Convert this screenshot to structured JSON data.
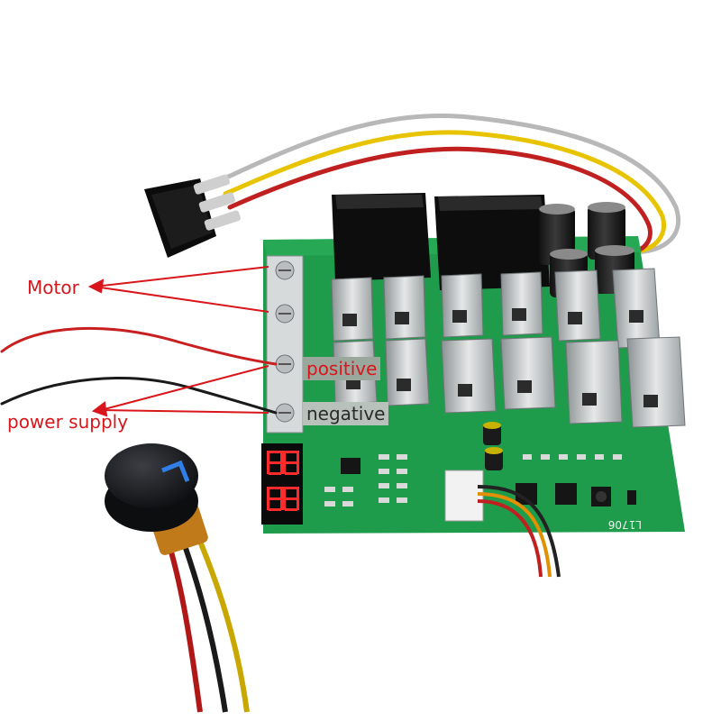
{
  "labels": {
    "motor": "Motor",
    "positive": "positive",
    "negative": "negative",
    "power_supply": "power supply"
  },
  "board_marking": "L1706",
  "colors": {
    "pcb": "#1f9b4c",
    "annotation": "#d8161b",
    "display_digits": "#ff2a2a"
  }
}
